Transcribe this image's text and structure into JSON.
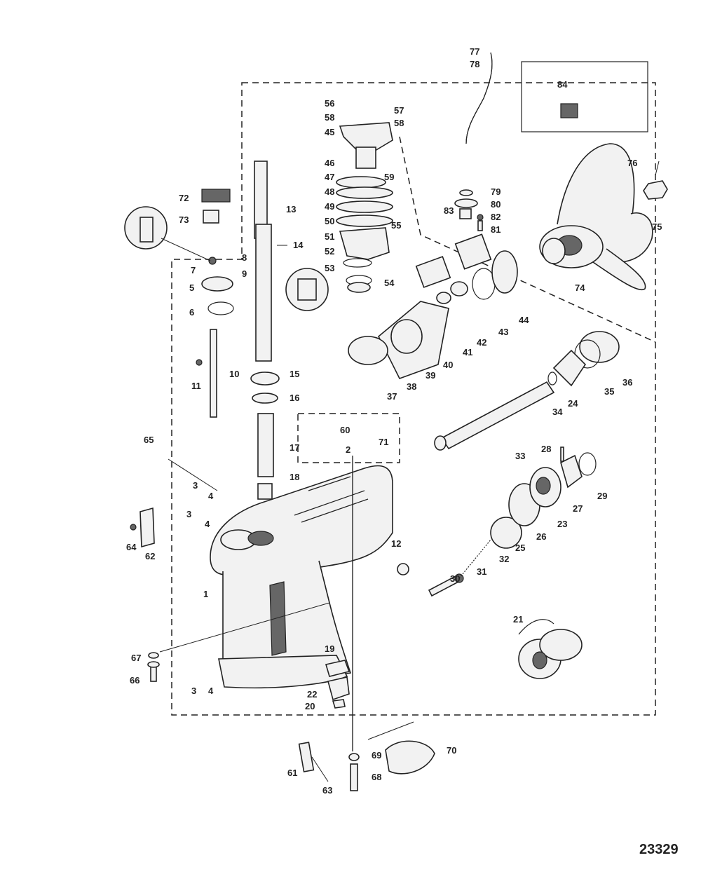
{
  "figure_number": "23329",
  "callouts": [
    "1",
    "2",
    "3",
    "4",
    "5",
    "6",
    "7",
    "8",
    "9",
    "10",
    "11",
    "12",
    "13",
    "14",
    "15",
    "16",
    "17",
    "18",
    "19",
    "20",
    "21",
    "22",
    "23",
    "24",
    "25",
    "26",
    "27",
    "28",
    "29",
    "30",
    "31",
    "32",
    "33",
    "34",
    "35",
    "36",
    "37",
    "38",
    "39",
    "40",
    "41",
    "42",
    "43",
    "44",
    "45",
    "46",
    "47",
    "48",
    "49",
    "50",
    "51",
    "52",
    "53",
    "54",
    "55",
    "56",
    "57",
    "58",
    "59",
    "60",
    "61",
    "62",
    "63",
    "64",
    "65",
    "66",
    "67",
    "68",
    "69",
    "70",
    "71",
    "72",
    "73",
    "74",
    "75",
    "76",
    "77",
    "78",
    "79",
    "80",
    "81",
    "82",
    "83",
    "84"
  ]
}
